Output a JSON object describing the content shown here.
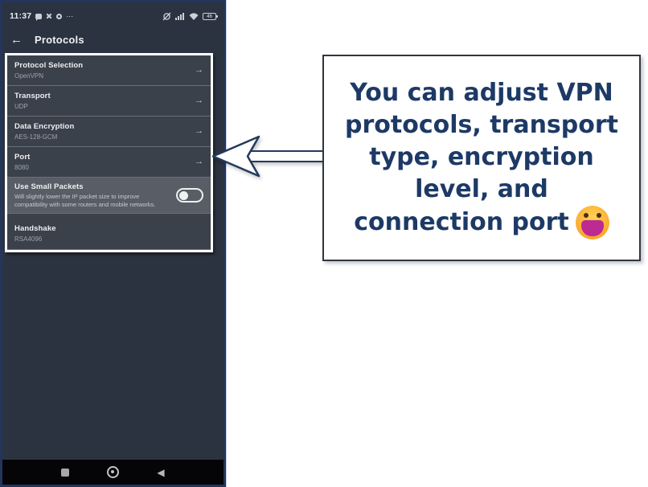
{
  "statusbar": {
    "time": "11:37",
    "battery_level": "46",
    "left_icons": [
      "chat-bubble-icon",
      "share-x-icon",
      "clock-dot-icon",
      "more-dots-icon"
    ],
    "right_icons": [
      "vibrate-off-icon",
      "signal-icon",
      "wifi-icon",
      "battery-icon"
    ],
    "ellipsis_glyph": "⋯"
  },
  "appbar": {
    "title": "Protocols",
    "back_glyph": "←"
  },
  "settings": {
    "chevron_glyph": "→",
    "rows": [
      {
        "label": "Protocol Selection",
        "value": "OpenVPN",
        "type": "nav"
      },
      {
        "label": "Transport",
        "value": "UDP",
        "type": "nav"
      },
      {
        "label": "Data Encryption",
        "value": "AES-128-GCM",
        "type": "nav"
      },
      {
        "label": "Port",
        "value": "8080",
        "type": "nav"
      },
      {
        "label": "Use Small Packets",
        "description": "Will slightly lower the IP packet size to improve compatibility with some routers and mobile networks.",
        "type": "toggle",
        "toggle_state": "off"
      },
      {
        "label": "Handshake",
        "value": "RSA4096",
        "type": "static"
      }
    ]
  },
  "navbar": {
    "icons": [
      "recents-square-icon",
      "home-circle-icon",
      "back-triangle-icon"
    ],
    "back_triangle_glyph": "◀"
  },
  "callout": {
    "lines": [
      "You can adjust VPN",
      "protocols, transport",
      "type, encryption",
      "level, and",
      "connection port"
    ],
    "emoji": "grinning-face-emoji",
    "text_color": "#1d3966"
  },
  "colors": {
    "screen_bg": "#2c3340",
    "row_bg": "#3b414b",
    "toggle_row_bg": "#585d66",
    "phone_border": "#24355c",
    "highlight_border": "#ffffff",
    "callout_border": "#31363d",
    "callout_text": "#1d3966"
  }
}
